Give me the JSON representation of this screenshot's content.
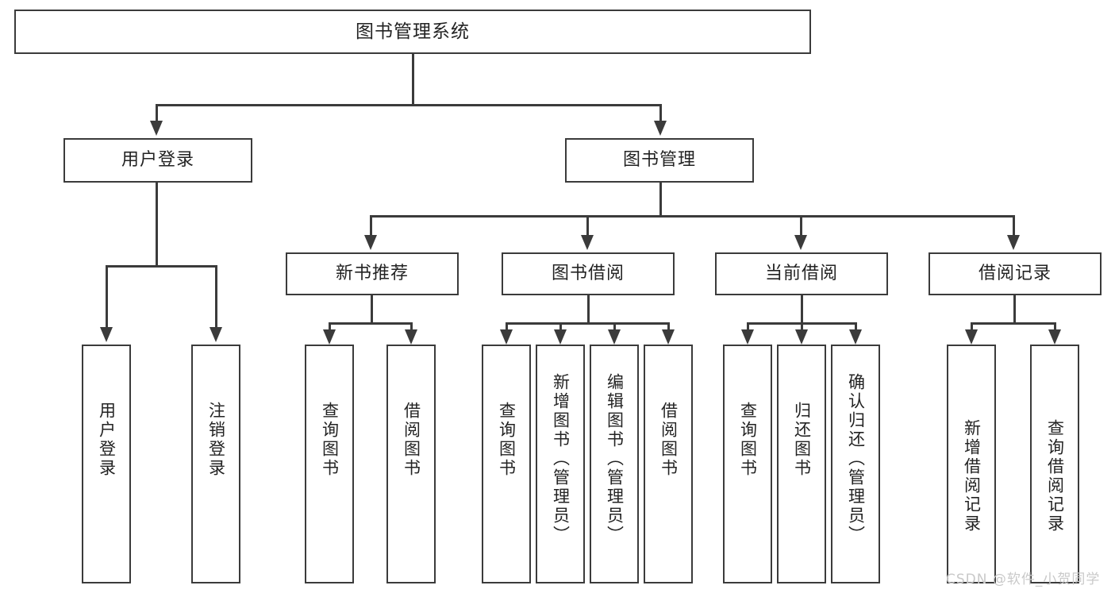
{
  "diagram": {
    "title": "图书管理系统",
    "root": {
      "label": "图书管理系统"
    },
    "level2": [
      {
        "label": "用户登录"
      },
      {
        "label": "图书管理"
      }
    ],
    "level3": [
      {
        "label": "新书推荐"
      },
      {
        "label": "图书借阅"
      },
      {
        "label": "当前借阅"
      },
      {
        "label": "借阅记录"
      }
    ],
    "leaves": {
      "user_login": [
        {
          "label": "用户登录"
        },
        {
          "label": "注销登录"
        }
      ],
      "new_book_recommend": [
        {
          "label": "查询图书"
        },
        {
          "label": "借阅图书"
        }
      ],
      "book_borrow": [
        {
          "label": "查询图书"
        },
        {
          "label": "新增图书（管理员）"
        },
        {
          "label": "编辑图书（管理员）"
        },
        {
          "label": "借阅图书"
        }
      ],
      "current_borrow": [
        {
          "label": "查询图书"
        },
        {
          "label": "归还图书"
        },
        {
          "label": "确认归还（管理员）"
        }
      ],
      "borrow_record": [
        {
          "label": "新增借阅记录"
        },
        {
          "label": "查询借阅记录"
        }
      ]
    }
  },
  "watermark": {
    "text": "CSDN @软件_小贺同学"
  },
  "colors": {
    "stroke": "#3b3b3b",
    "text": "#232323",
    "background": "#ffffff",
    "watermark": "#c9c9c9"
  }
}
